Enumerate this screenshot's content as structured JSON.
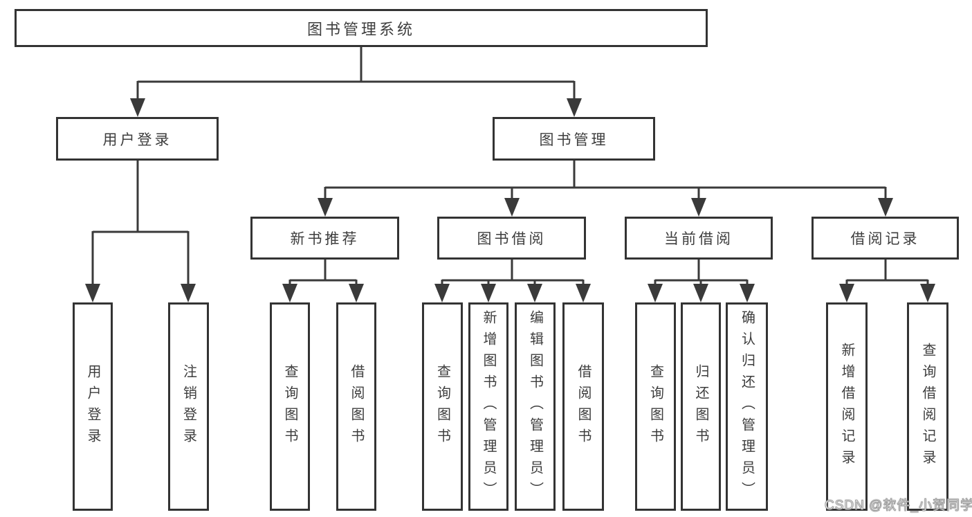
{
  "diagram": {
    "title": "图书管理系统",
    "branches": [
      {
        "label": "用户登录",
        "children": [
          {
            "label": "用户登录"
          },
          {
            "label": "注销登录"
          }
        ]
      },
      {
        "label": "图书管理",
        "children": [
          {
            "label": "新书推荐",
            "children": [
              {
                "label": "查询图书"
              },
              {
                "label": "借阅图书"
              }
            ]
          },
          {
            "label": "图书借阅",
            "children": [
              {
                "label": "查询图书"
              },
              {
                "label": "新增图书（管理员）"
              },
              {
                "label": "编辑图书（管理员）"
              },
              {
                "label": "借阅图书"
              }
            ]
          },
          {
            "label": "当前借阅",
            "children": [
              {
                "label": "查询图书"
              },
              {
                "label": "归还图书"
              },
              {
                "label": "确认归还（管理员）"
              }
            ]
          },
          {
            "label": "借阅记录",
            "children": [
              {
                "label": "新增借阅记录"
              },
              {
                "label": "查询借阅记录"
              }
            ]
          }
        ]
      }
    ]
  },
  "watermark": {
    "text": "CSDN @软件_小贺同学"
  },
  "colors": {
    "line": "#3a3a3a",
    "border": "#333333",
    "text": "#3d3d3d",
    "background": "#ffffff",
    "watermark_fill": "#ffffff",
    "watermark_outline": "#9a9a9a"
  }
}
